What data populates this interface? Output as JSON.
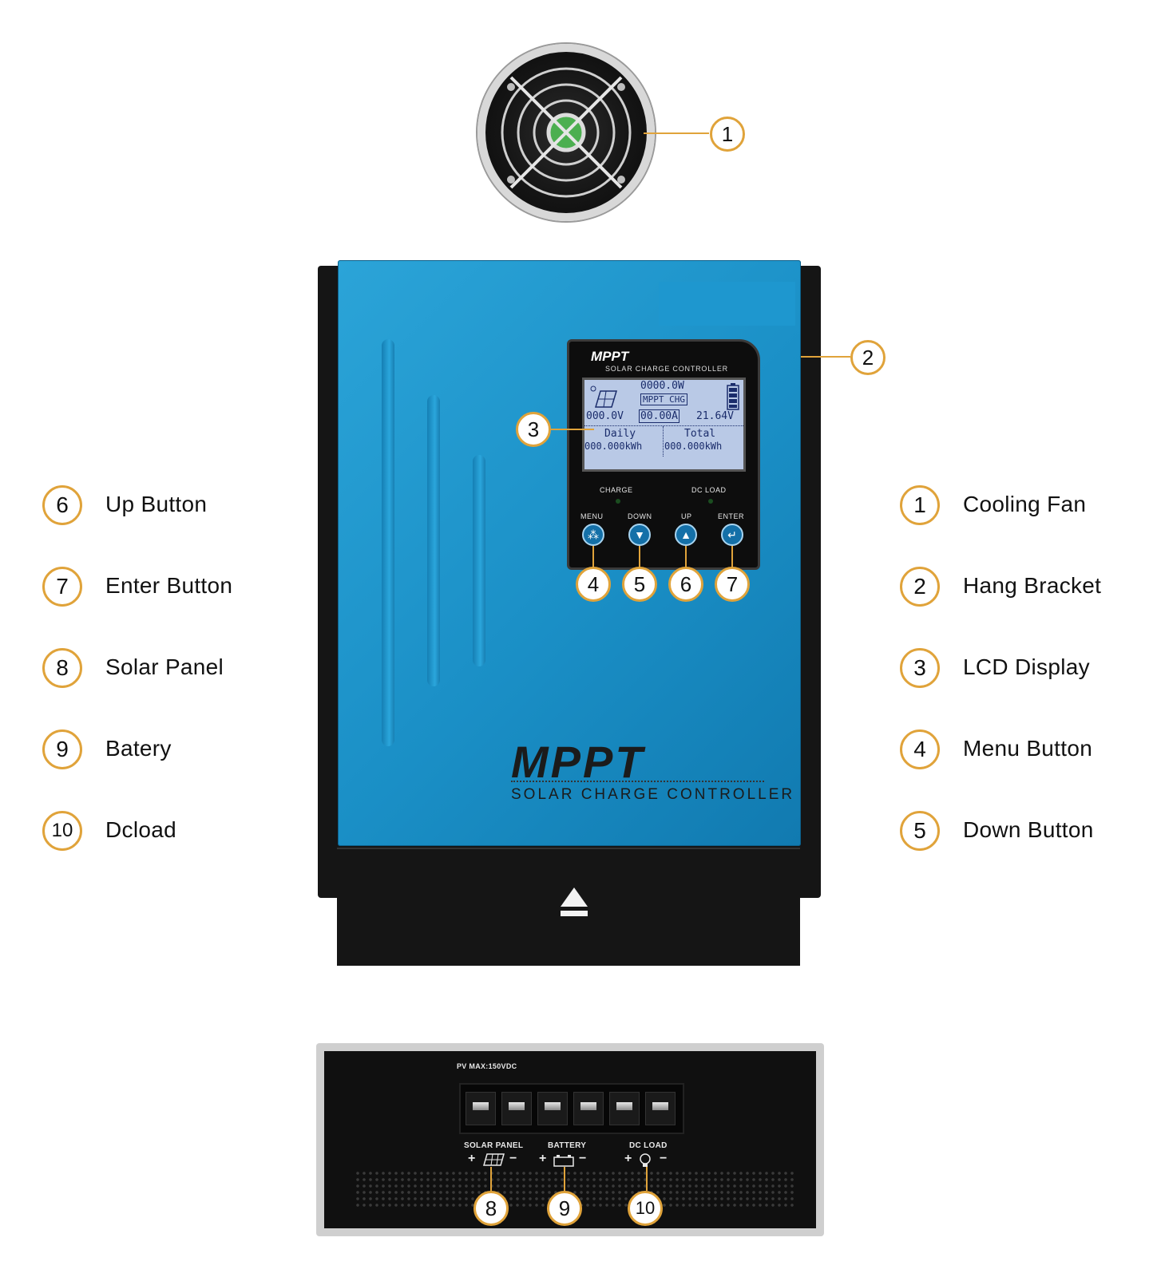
{
  "legend_left": [
    {
      "num": "6",
      "label": "Up Button"
    },
    {
      "num": "7",
      "label": "Enter Button"
    },
    {
      "num": "8",
      "label": "Solar Panel"
    },
    {
      "num": "9",
      "label": "Batery"
    },
    {
      "num": "10",
      "label": "Dcload"
    }
  ],
  "legend_right": [
    {
      "num": "1",
      "label": "Cooling Fan"
    },
    {
      "num": "2",
      "label": "Hang Bracket"
    },
    {
      "num": "3",
      "label": "LCD Display"
    },
    {
      "num": "4",
      "label": "Menu Button"
    },
    {
      "num": "5",
      "label": "Down Button"
    }
  ],
  "callouts": {
    "fan": "1",
    "bracket": "2",
    "lcd": "3",
    "menu": "4",
    "down": "5",
    "up": "6",
    "enter": "7",
    "solar": "8",
    "battery": "9",
    "dcload": "10"
  },
  "panel": {
    "brand": "MPPT",
    "subtitle": "SOLAR CHARGE CONTROLLER",
    "charge_label": "CHARGE",
    "dcload_label": "DC LOAD",
    "buttons": [
      "MENU",
      "DOWN",
      "UP",
      "ENTER"
    ]
  },
  "lcd": {
    "power": "0000.0W",
    "mode": "MPPT CHG",
    "pv_voltage": "000.0V",
    "current": "00.00A",
    "battery_voltage": "21.64V",
    "daily_label": "Daily",
    "total_label": "Total",
    "daily_value": "000.000kWh",
    "total_value": "000.000kWh"
  },
  "body_brand": {
    "title": "MPPT",
    "subtitle": "SOLAR CHARGE CONTROLLER"
  },
  "terminals": {
    "pv_max": "PV MAX:150VDC",
    "solar_panel": "SOLAR PANEL",
    "battery": "BATTERY",
    "dc_load": "DC LOAD",
    "plus": "+",
    "minus": "−"
  },
  "colors": {
    "accent": "#e0a33a",
    "cover_blue": "#1a8fc6",
    "lcd_bg": "#b9c9e6"
  }
}
